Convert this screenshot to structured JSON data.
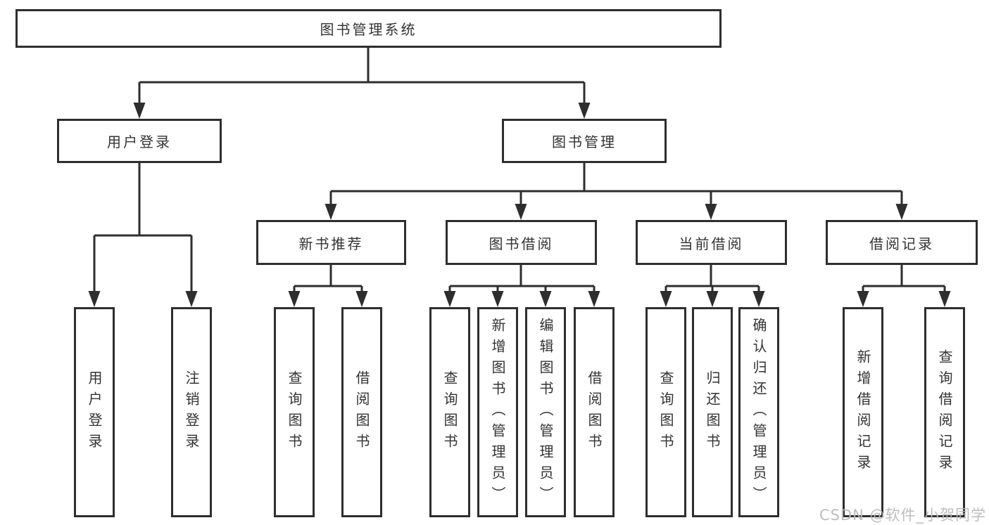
{
  "diagram": {
    "root": {
      "label": "图书管理系统"
    },
    "branches": [
      {
        "label": "用户登录",
        "children": [
          {
            "label": "用户登录"
          },
          {
            "label": "注销登录"
          }
        ]
      },
      {
        "label": "图书管理",
        "children": [
          {
            "label": "新书推荐",
            "children": [
              {
                "label": "查询图书"
              },
              {
                "label": "借阅图书"
              }
            ]
          },
          {
            "label": "图书借阅",
            "children": [
              {
                "label": "查询图书"
              },
              {
                "label": "新增图书（管理员）"
              },
              {
                "label": "编辑图书（管理员）"
              },
              {
                "label": "借阅图书"
              }
            ]
          },
          {
            "label": "当前借阅",
            "children": [
              {
                "label": "查询图书"
              },
              {
                "label": "归还图书"
              },
              {
                "label": "确认归还（管理员）"
              }
            ]
          },
          {
            "label": "借阅记录",
            "children": [
              {
                "label": "新增借阅记录"
              },
              {
                "label": "查询借阅记录"
              }
            ]
          }
        ]
      }
    ]
  },
  "watermark": {
    "text": "CSDN @软件_小贺同学"
  },
  "colors": {
    "line": "#2e2e2e",
    "box_border": "#2e2e2e",
    "text": "#333333",
    "watermark": "#b9b9b9",
    "background": "#ffffff"
  }
}
